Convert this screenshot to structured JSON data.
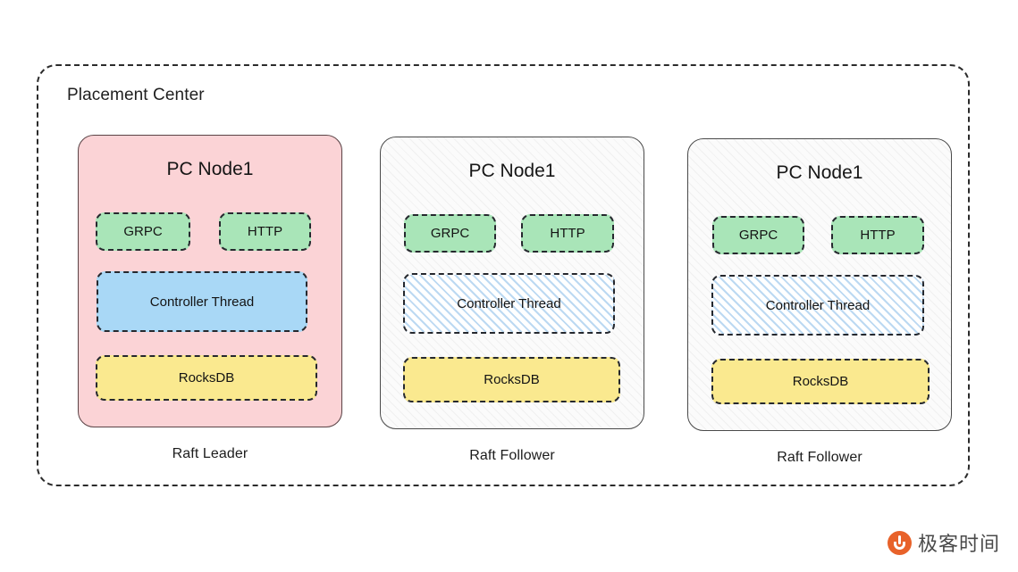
{
  "diagram": {
    "title": "Placement Center",
    "nodes": [
      {
        "name": "PC Node1",
        "role": "Raft Leader",
        "style": "leader",
        "fill": "#fbd3d6",
        "services": [
          {
            "label": "GRPC",
            "fill": "#a9e5b8"
          },
          {
            "label": "HTTP",
            "fill": "#a9e5b8"
          },
          {
            "label": "Controller Thread",
            "fill": "#a9d8f6"
          },
          {
            "label": "RocksDB",
            "fill": "#fae98f"
          }
        ]
      },
      {
        "name": "PC Node1",
        "role": "Raft Follower",
        "style": "follower",
        "fill": "#fbfbfb",
        "services": [
          {
            "label": "GRPC",
            "fill": "#a9e5b8"
          },
          {
            "label": "HTTP",
            "fill": "#a9e5b8"
          },
          {
            "label": "Controller Thread",
            "fill": "#bcd9f2"
          },
          {
            "label": "RocksDB",
            "fill": "#fae98f"
          }
        ]
      },
      {
        "name": "PC Node1",
        "role": "Raft Follower",
        "style": "follower",
        "fill": "#fbfbfb",
        "services": [
          {
            "label": "GRPC",
            "fill": "#a9e5b8"
          },
          {
            "label": "HTTP",
            "fill": "#a9e5b8"
          },
          {
            "label": "Controller Thread",
            "fill": "#bcd9f2"
          },
          {
            "label": "RocksDB",
            "fill": "#fae98f"
          }
        ]
      }
    ]
  },
  "watermark": {
    "text": "极客时间",
    "logo_color": "#e8622a"
  }
}
